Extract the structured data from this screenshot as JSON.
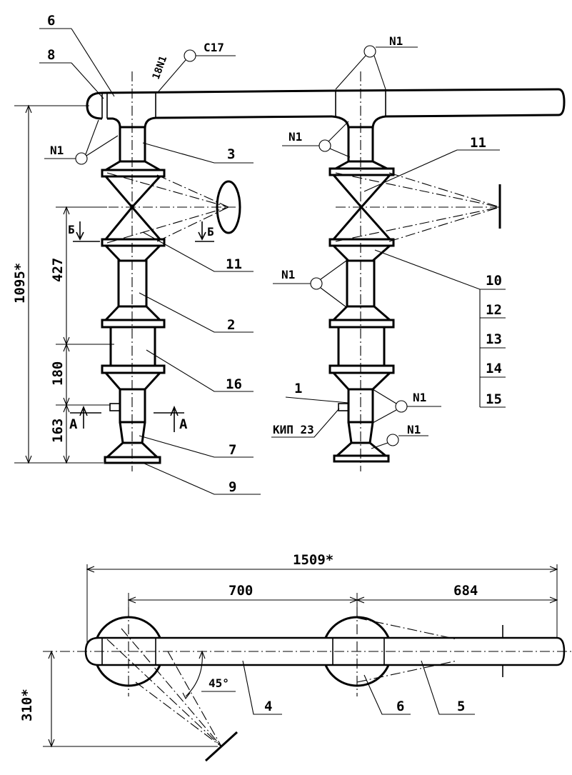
{
  "callouts": {
    "c1": "1",
    "c2": "2",
    "c3": "3",
    "c4": "4",
    "c5": "5",
    "c6_top": "6",
    "c6_bottom": "6",
    "c7": "7",
    "c8": "8",
    "c9": "9",
    "c10": "10",
    "c11_left": "11",
    "c11_right": "11",
    "c12": "12",
    "c13": "13",
    "c14": "14",
    "c15": "15",
    "c16": "16"
  },
  "welds": {
    "n1": "N1",
    "n1_top_tee": "18N1",
    "c17": "C17"
  },
  "instrument": {
    "label": "КИП 23"
  },
  "sections": {
    "a": "A",
    "b": "Б"
  },
  "dimensions": {
    "height_total": "1095*",
    "h427": "427",
    "h180": "180",
    "h163": "163",
    "length_total": "1509*",
    "spacing": "700",
    "overhang": "684",
    "offset": "310*",
    "angle": "45°"
  }
}
